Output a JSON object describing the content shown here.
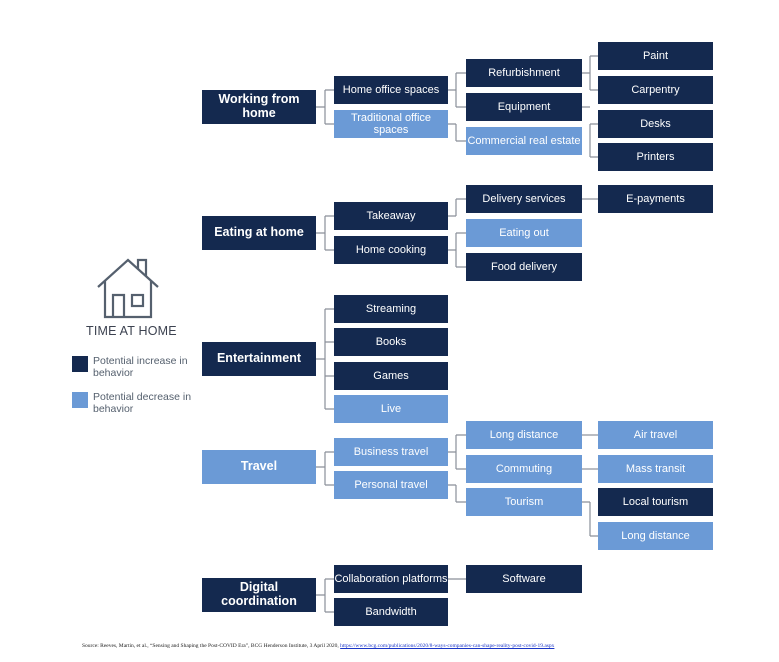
{
  "colors": {
    "increase": "#14294f",
    "decrease": "#6b9ad6",
    "line": "#8a8f99"
  },
  "home": {
    "title": "TIME AT HOME",
    "icon": "house-icon"
  },
  "legend": {
    "increase": "Potential increase in behavior",
    "decrease": "Potential decrease in behavior"
  },
  "categories": {
    "working": "Working from home",
    "eating": "Eating at home",
    "entertainment": "Entertainment",
    "travel": "Travel",
    "digital": "Digital coordination"
  },
  "nodes": {
    "home_office": "Home office spaces",
    "traditional_office": "Traditional office spaces",
    "refurbishment": "Refurbishment",
    "equipment": "Equipment",
    "commercial_real_estate": "Commercial real estate",
    "paint": "Paint",
    "carpentry": "Carpentry",
    "desks": "Desks",
    "printers": "Printers",
    "takeaway": "Takeaway",
    "home_cooking": "Home cooking",
    "delivery_services": "Delivery services",
    "eating_out": "Eating out",
    "food_delivery": "Food delivery",
    "e_payments": "E-payments",
    "streaming": "Streaming",
    "books": "Books",
    "games": "Games",
    "live": "Live",
    "business_travel": "Business travel",
    "personal_travel": "Personal travel",
    "long_distance": "Long distance",
    "commuting": "Commuting",
    "tourism": "Tourism",
    "air_travel": "Air travel",
    "mass_transit": "Mass transit",
    "local_tourism": "Local tourism",
    "long_distance_2": "Long distance",
    "collaboration_platforms": "Collaboration platforms",
    "bandwidth": "Bandwidth",
    "software": "Software"
  },
  "source": {
    "text": "Source: Reeves, Martin, et al., “Sensing and Shaping the Post-COVID Era”, BCG Henderson Institute, 3 April 2020, ",
    "link": "https://www.bcg.com/publications/2020/8-ways-companies-can-shape-reality-post-covid-19.aspx"
  }
}
